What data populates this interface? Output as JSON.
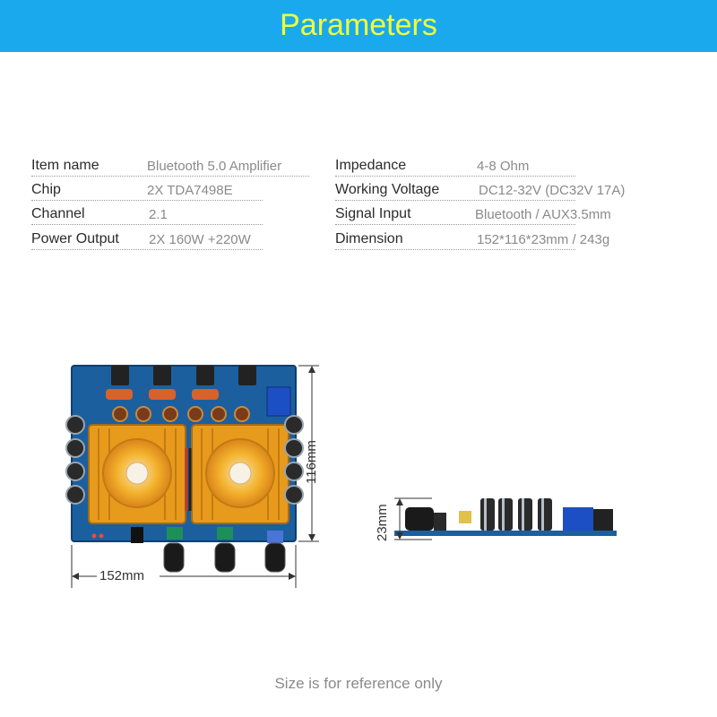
{
  "banner": {
    "title": "Parameters"
  },
  "params_left": [
    {
      "label": "Item name",
      "value": "Bluetooth 5.0 Amplifier"
    },
    {
      "label": "Chip",
      "value": "2X TDA7498E"
    },
    {
      "label": "Channel",
      "value": "2.1"
    },
    {
      "label": "Power Output",
      "value": "2X 160W +220W"
    }
  ],
  "params_right": [
    {
      "label": "Impedance",
      "value": "4-8 Ohm"
    },
    {
      "label": "Working Voltage",
      "value": "DC12-32V (DC32V 17A)"
    },
    {
      "label": "Signal Input",
      "value": "Bluetooth / AUX3.5mm"
    },
    {
      "label": "Dimension",
      "value": "152*116*23mm / 243g"
    }
  ],
  "dimensions": {
    "width": "152mm",
    "height": "116mm",
    "thickness": "23mm"
  },
  "footer": {
    "note": "Size is for reference only"
  },
  "colors": {
    "banner": "#1aa9ec",
    "title": "#f0ff3a",
    "board": "#1c5f9e",
    "heatsink": "#f0a11f"
  }
}
